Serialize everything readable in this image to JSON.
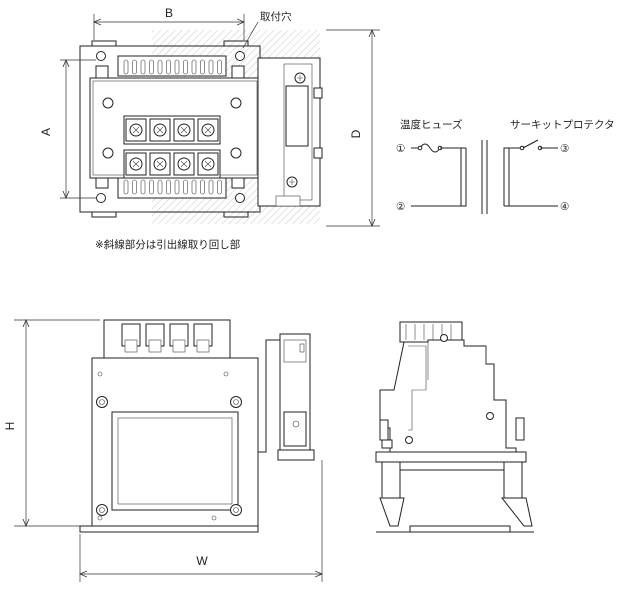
{
  "labels": {
    "dim_b": "B",
    "dim_a": "A",
    "dim_d": "D",
    "dim_h": "H",
    "dim_w": "W",
    "mounting_hole": "取付穴",
    "hatch_note": "※斜線部分は引出線取り回し部"
  },
  "circuit": {
    "thermal_fuse": "温度ヒューズ",
    "circuit_protector": "サーキットプロテクタ",
    "terminal_1": "①",
    "terminal_2": "②",
    "terminal_3": "③",
    "terminal_4": "④"
  }
}
